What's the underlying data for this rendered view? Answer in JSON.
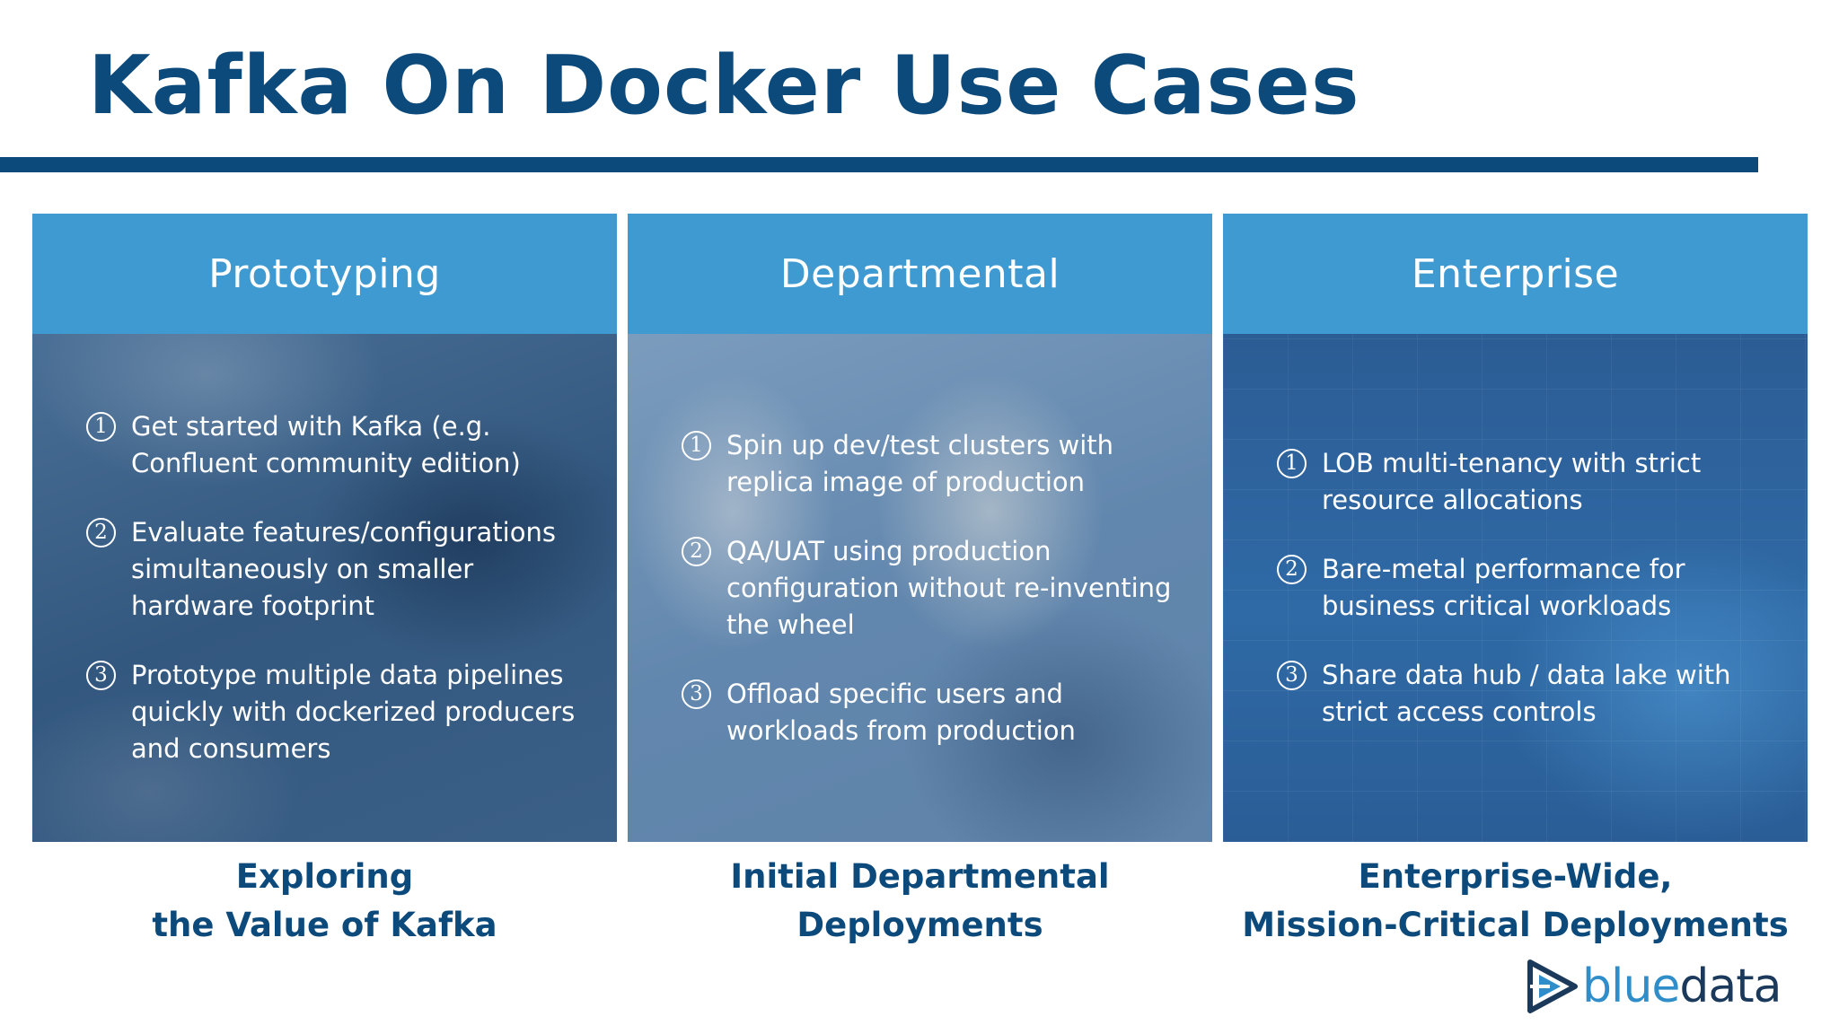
{
  "title": "Kafka On Docker Use Cases",
  "colors": {
    "title": "#0d4a7c",
    "rule": "#0d4a7c",
    "header_bg": "#3e9ad1",
    "caption": "#0d4a7c"
  },
  "columns": [
    {
      "header": "Prototyping",
      "items": [
        {
          "num": "1",
          "text": "Get started with Kafka (e.g. Confluent community edition)"
        },
        {
          "num": "2",
          "text": "Evaluate features/configurations simultaneously on smaller hardware footprint"
        },
        {
          "num": "3",
          "text": "Prototype multiple data pipelines quickly with dockerized producers and consumers"
        }
      ],
      "caption": [
        "Exploring",
        "the Value of Kafka"
      ]
    },
    {
      "header": "Departmental",
      "items": [
        {
          "num": "1",
          "text": "Spin up dev/test clusters with replica image of production"
        },
        {
          "num": "2",
          "text": "QA/UAT using production configuration without re-inventing the wheel"
        },
        {
          "num": "3",
          "text": "Offload specific users and workloads from production"
        }
      ],
      "caption": [
        "Initial Departmental",
        "Deployments"
      ]
    },
    {
      "header": "Enterprise",
      "items": [
        {
          "num": "1",
          "text": "LOB multi-tenancy with strict resource allocations"
        },
        {
          "num": "2",
          "text": "Bare-metal performance for business critical workloads"
        },
        {
          "num": "3",
          "text": "Share data hub / data lake with strict access controls"
        }
      ],
      "caption": [
        "Enterprise-Wide,",
        "Mission-Critical Deployments"
      ]
    }
  ],
  "logo": {
    "part1": "blue",
    "part2": "data",
    "icon": "bluedata-triangle-logo-icon"
  }
}
